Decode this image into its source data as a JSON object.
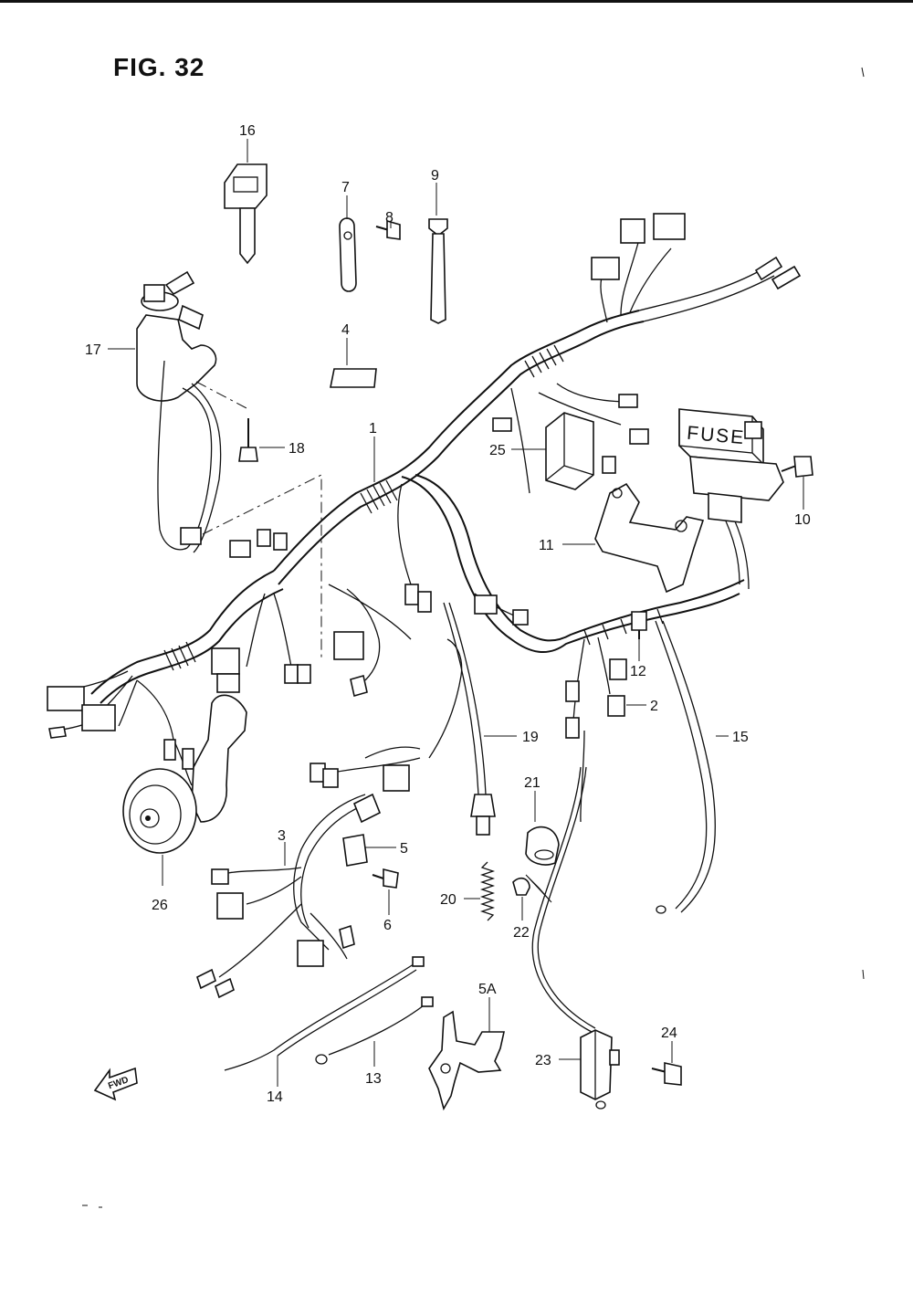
{
  "figure": {
    "title": "FIG. 32"
  },
  "callouts": {
    "c1": "1",
    "c2": "2",
    "c3": "3",
    "c4": "4",
    "c5": "5",
    "c5a": "5A",
    "c6": "6",
    "c7": "7",
    "c8": "8",
    "c9": "9",
    "c10": "10",
    "c11": "11",
    "c12": "12",
    "c13": "13",
    "c14": "14",
    "c15": "15",
    "c16": "16",
    "c17": "17",
    "c18": "18",
    "c19": "19",
    "c20": "20",
    "c21": "21",
    "c22": "22",
    "c23": "23",
    "c24": "24",
    "c25": "25",
    "c26": "26"
  },
  "fuse_box_label": "FUSE",
  "direction_arrow": {
    "label": "FWD",
    "icon": "fwd-arrow-icon"
  }
}
